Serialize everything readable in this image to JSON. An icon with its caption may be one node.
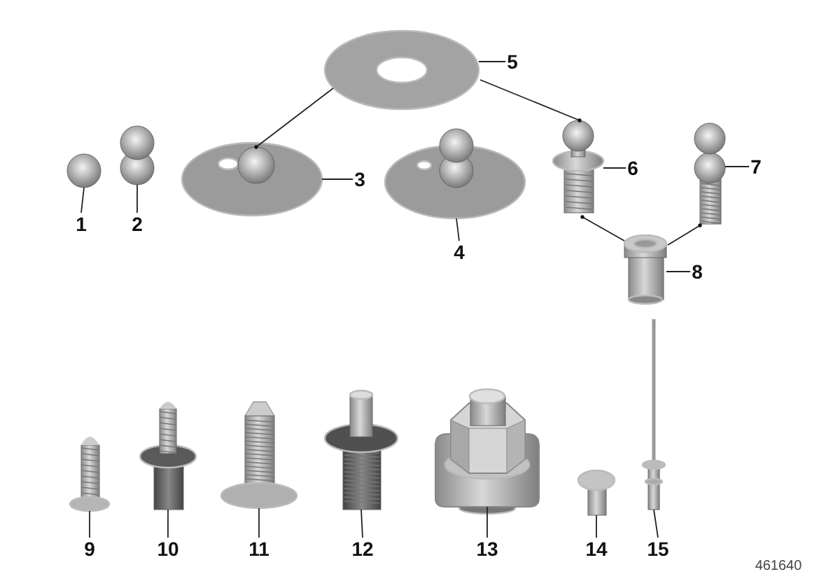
{
  "diagram": {
    "nodes": [
      {
        "text": [
          "1"
        ]
      },
      {
        "text": [
          "2"
        ]
      },
      {
        "text": [
          "3"
        ]
      },
      {
        "text": [
          "4"
        ]
      },
      {
        "text": [
          "5"
        ]
      },
      {
        "text": [
          "6"
        ]
      },
      {
        "text": [
          "7"
        ]
      },
      {
        "text": [
          "8"
        ]
      },
      {
        "text": [
          "9"
        ]
      },
      {
        "text": [
          "10"
        ]
      },
      {
        "text": [
          "11"
        ]
      },
      {
        "text": [
          "12"
        ]
      },
      {
        "text": [
          "13"
        ]
      },
      {
        "text": [
          "14"
        ]
      },
      {
        "text": [
          "15"
        ]
      },
      {
        "text": [],
        "shape": "picture"
      },
      {
        "text": [],
        "shape": "picture"
      },
      {
        "text": [],
        "shape": "picture"
      },
      {
        "text": [],
        "shape": "picture"
      },
      {
        "text": [],
        "shape": "picture"
      },
      {
        "text": [],
        "shape": "picture"
      },
      {
        "text": [],
        "shape": "picture"
      },
      {
        "text": [],
        "shape": "picture"
      },
      {
        "text": [],
        "shape": "picture"
      },
      {
        "text": [],
        "shape": "picture"
      },
      {
        "text": [],
        "shape": "picture"
      },
      {
        "text": [],
        "shape": "picture"
      },
      {
        "text": [],
        "shape": "picture"
      },
      {
        "text": [],
        "shape": "picture"
      },
      {
        "text": [],
        "shape": "picture"
      }
    ],
    "edges": [
      {
        "from": 0,
        "to": 15,
        "arrow": "none"
      },
      {
        "from": 1,
        "to": 16,
        "arrow": "none"
      },
      {
        "from": 2,
        "to": 17,
        "arrow": "none"
      },
      {
        "from": 3,
        "to": 18,
        "arrow": "none"
      },
      {
        "from": 4,
        "to": 19,
        "arrow": "none"
      },
      {
        "from": 5,
        "to": 20,
        "arrow": "none"
      },
      {
        "from": 6,
        "to": 21,
        "arrow": "none"
      },
      {
        "from": 7,
        "to": 22,
        "arrow": "none"
      },
      {
        "from": 8,
        "to": 23,
        "arrow": "none"
      },
      {
        "from": 9,
        "to": 24,
        "arrow": "none"
      },
      {
        "from": 10,
        "to": 25,
        "arrow": "none"
      },
      {
        "from": 11,
        "to": 26,
        "arrow": "none"
      },
      {
        "from": 12,
        "to": 27,
        "arrow": "none"
      },
      {
        "from": 13,
        "to": 28,
        "arrow": "none"
      },
      {
        "from": 14,
        "to": 29,
        "arrow": "none"
      },
      {
        "from": 19,
        "to": 17,
        "arrow": "other"
      },
      {
        "from": 19,
        "to": 20,
        "arrow": "other"
      },
      {
        "from": 22,
        "to": 20,
        "arrow": "other"
      },
      {
        "from": 22,
        "to": 21,
        "arrow": "other"
      }
    ],
    "labels": [
      "461640"
    ]
  }
}
